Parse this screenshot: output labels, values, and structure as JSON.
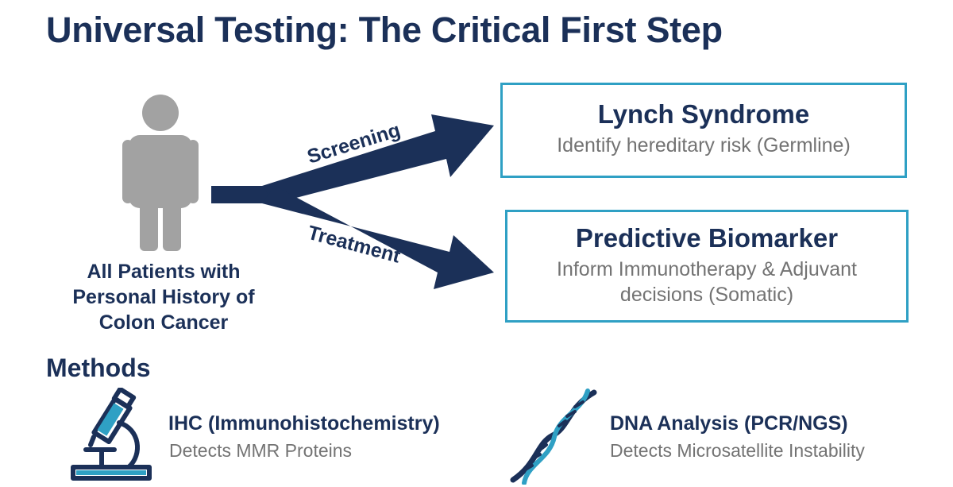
{
  "title": "Universal Testing: The Critical First Step",
  "patients": {
    "lines": [
      "All Patients with",
      "Personal History of",
      "Colon Cancer"
    ],
    "icon": "person-icon"
  },
  "arrows": {
    "upper_label": "Screening",
    "lower_label": "Treatment",
    "color": "#1b3058"
  },
  "outcomes": {
    "lynch": {
      "title": "Lynch Syndrome",
      "subtitle": "Identify hereditary risk (Germline)"
    },
    "predictive": {
      "title": "Predictive Biomarker",
      "subtitle": "Inform Immunotherapy & Adjuvant decisions (Somatic)"
    },
    "border_color": "#2fa0c4"
  },
  "methods": {
    "heading": "Methods",
    "ihc": {
      "name": "IHC (Immunohistochemistry)",
      "description": "Detects MMR Proteins",
      "icon": "microscope-icon"
    },
    "dna": {
      "name": "DNA Analysis (PCR/NGS)",
      "description": "Detects Microsatellite Instability",
      "icon": "dna-icon"
    }
  }
}
